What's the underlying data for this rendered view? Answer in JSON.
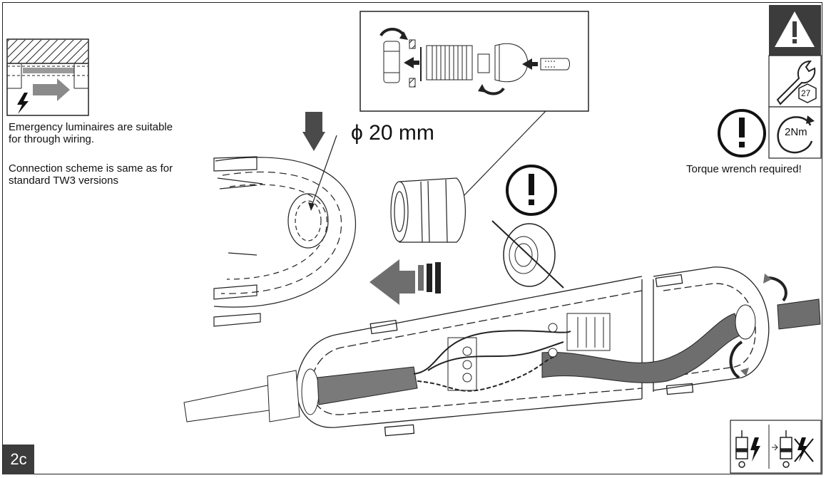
{
  "notes": {
    "emergency_line1": "Emergency luminaires are suitable",
    "emergency_line2": "for through wiring.",
    "scheme_line1": "Connection scheme is same as for",
    "scheme_line2": "standard TW3 versions"
  },
  "hole": {
    "diameter_label": "ϕ 20 mm"
  },
  "torque": {
    "value": "2Nm",
    "wrench_size": "27",
    "note": "Torque wrench required!"
  },
  "step": {
    "label": "2c"
  },
  "icons": [
    "warning-triangle-icon",
    "wrench-icon",
    "torque-arrow-icon",
    "attention-icon",
    "emergency-battery-icon",
    "lightning-icon"
  ],
  "colors": {
    "dark_gray": "#3c3c3c",
    "mid_gray": "#6e6e6e",
    "light_gray": "#9a9a9a"
  }
}
